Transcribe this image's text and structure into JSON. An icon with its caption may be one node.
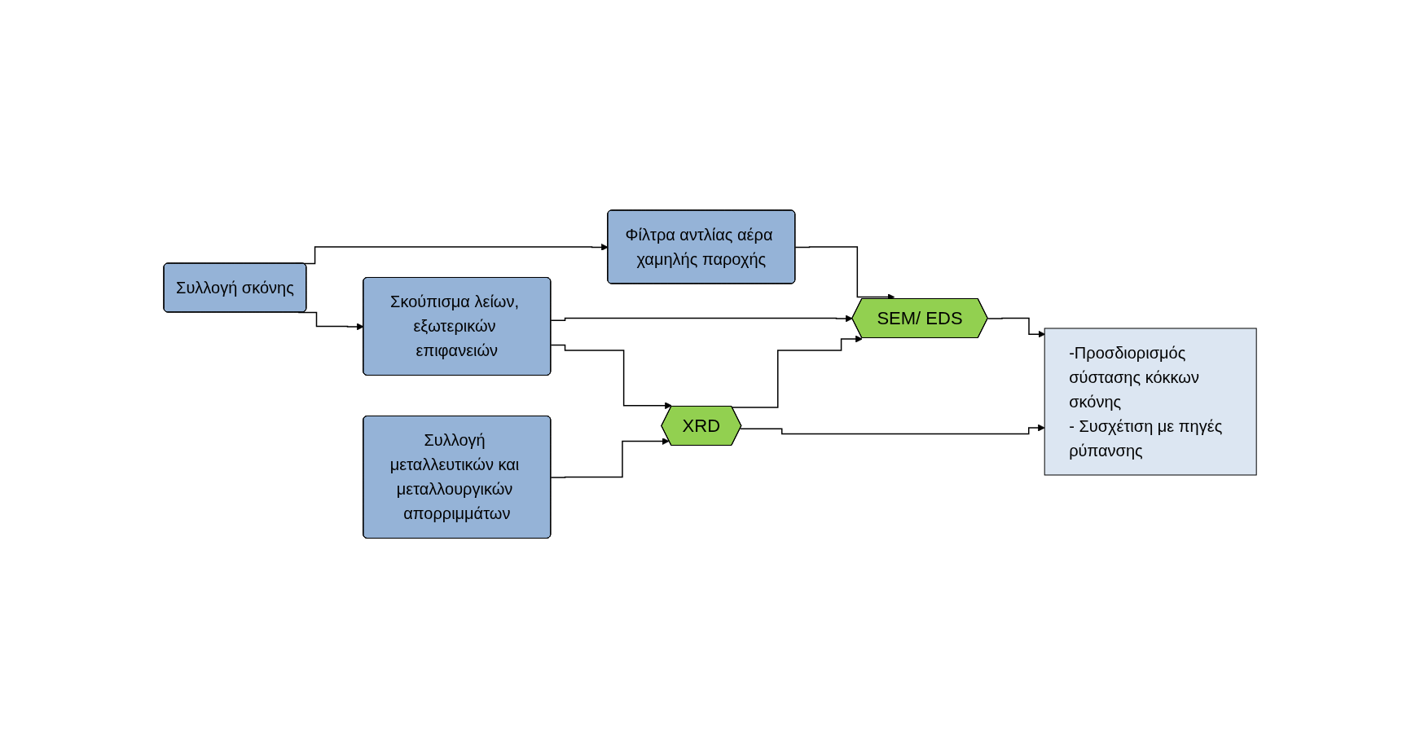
{
  "diagram": {
    "nodes": [
      {
        "text": [
          "Συλλογή σκόνης"
        ]
      },
      {
        "text": [
          "Φίλτρα αντλίας αέρα χαμηλής παροχής"
        ]
      },
      {
        "text": [
          "Σκούπισμα λείων, εξωτερικών επιφανειών"
        ]
      },
      {
        "text": [
          "SEM/ EDS"
        ]
      },
      {
        "text": [
          "XRD"
        ]
      },
      {
        "text": [
          "-Προσδιορισμός σύστασης κόκκων σκόνης",
          "- Συσχέτιση με πηγές ρύπανσης"
        ]
      },
      {
        "text": [
          "Συλλογή μεταλλευτικών και μεταλλουργικών απορριμμάτων"
        ]
      }
    ],
    "edges": [
      {
        "from": 0,
        "to": 1,
        "arrow": "to"
      },
      {
        "from": 0,
        "to": 2,
        "arrow": "to"
      },
      {
        "from": 1,
        "to": 3,
        "arrow": "to"
      },
      {
        "from": 2,
        "to": 3,
        "arrow": "to"
      },
      {
        "from": 2,
        "to": 4,
        "arrow": "to"
      },
      {
        "from": 4,
        "to": 3,
        "arrow": "to"
      },
      {
        "from": 6,
        "to": 4,
        "arrow": "to"
      },
      {
        "from": 3,
        "to": 5,
        "arrow": "to"
      },
      {
        "from": 4,
        "to": 5,
        "arrow": "to"
      }
    ]
  }
}
